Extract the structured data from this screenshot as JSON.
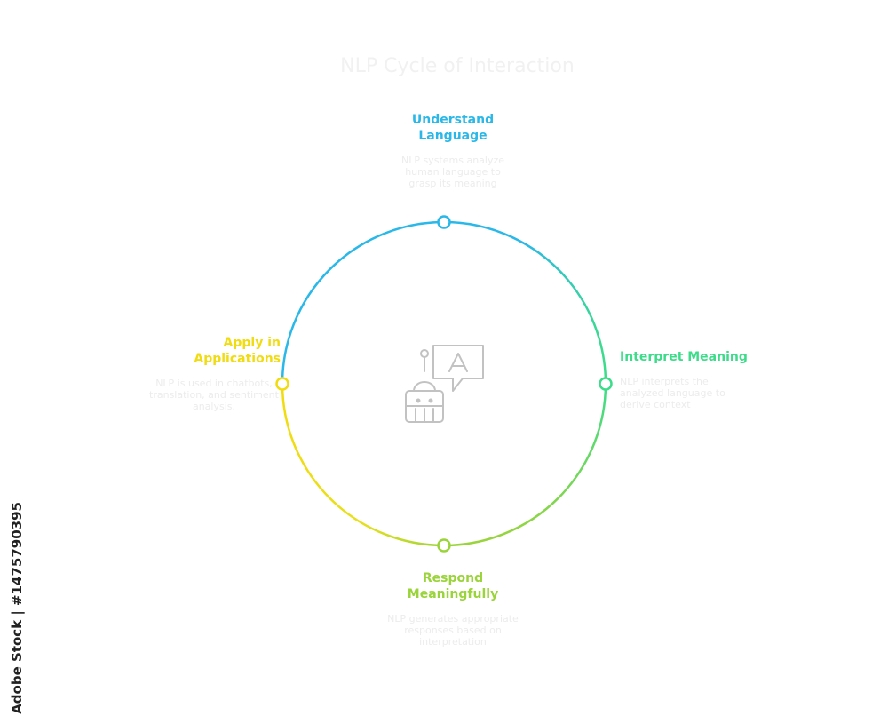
{
  "diagram": {
    "title": "NLP Cycle of Interaction",
    "steps": [
      {
        "id": "understand",
        "title_lines": [
          "Understand",
          "Language"
        ],
        "description": "NLP systems analyze human language to grasp its meaning",
        "color": "#2ab8e8"
      },
      {
        "id": "interpret",
        "title_lines": [
          "Interpret Meaning"
        ],
        "description": "NLP interprets the analyzed language to derive context",
        "color": "#3ddc8a"
      },
      {
        "id": "respond",
        "title_lines": [
          "Respond",
          "Meaningfully"
        ],
        "description": "NLP generates appropriate responses based on interpretation",
        "color": "#9bd43a"
      },
      {
        "id": "apply",
        "title_lines": [
          "Apply in",
          "Applications"
        ],
        "description": "NLP is used in chatbots, translation, and sentiment analysis.",
        "color": "#f1dc10"
      }
    ],
    "center_icon": "chatbot-icon",
    "accent_colors": {
      "blue": "#2ab8e8",
      "green": "#3ddc8a",
      "lime": "#9bd43a",
      "yellow": "#f1dc10"
    }
  },
  "watermark": {
    "text": "Adobe Stock | #1475790395"
  }
}
